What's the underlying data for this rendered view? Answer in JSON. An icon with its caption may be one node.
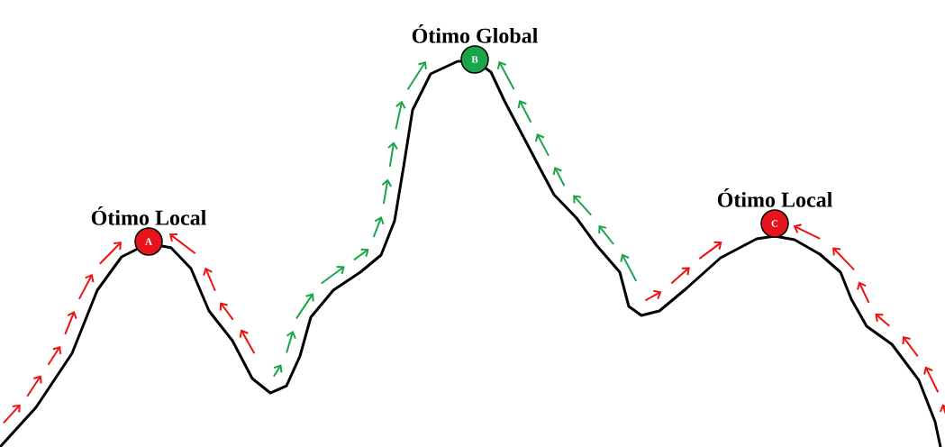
{
  "diagram": {
    "nodes": [
      {
        "text": [
          "Ótimo Local",
          "A"
        ]
      },
      {
        "text": [
          "Ótimo Global",
          "B"
        ]
      },
      {
        "text": [
          "Ótimo Local",
          "C"
        ]
      }
    ]
  }
}
